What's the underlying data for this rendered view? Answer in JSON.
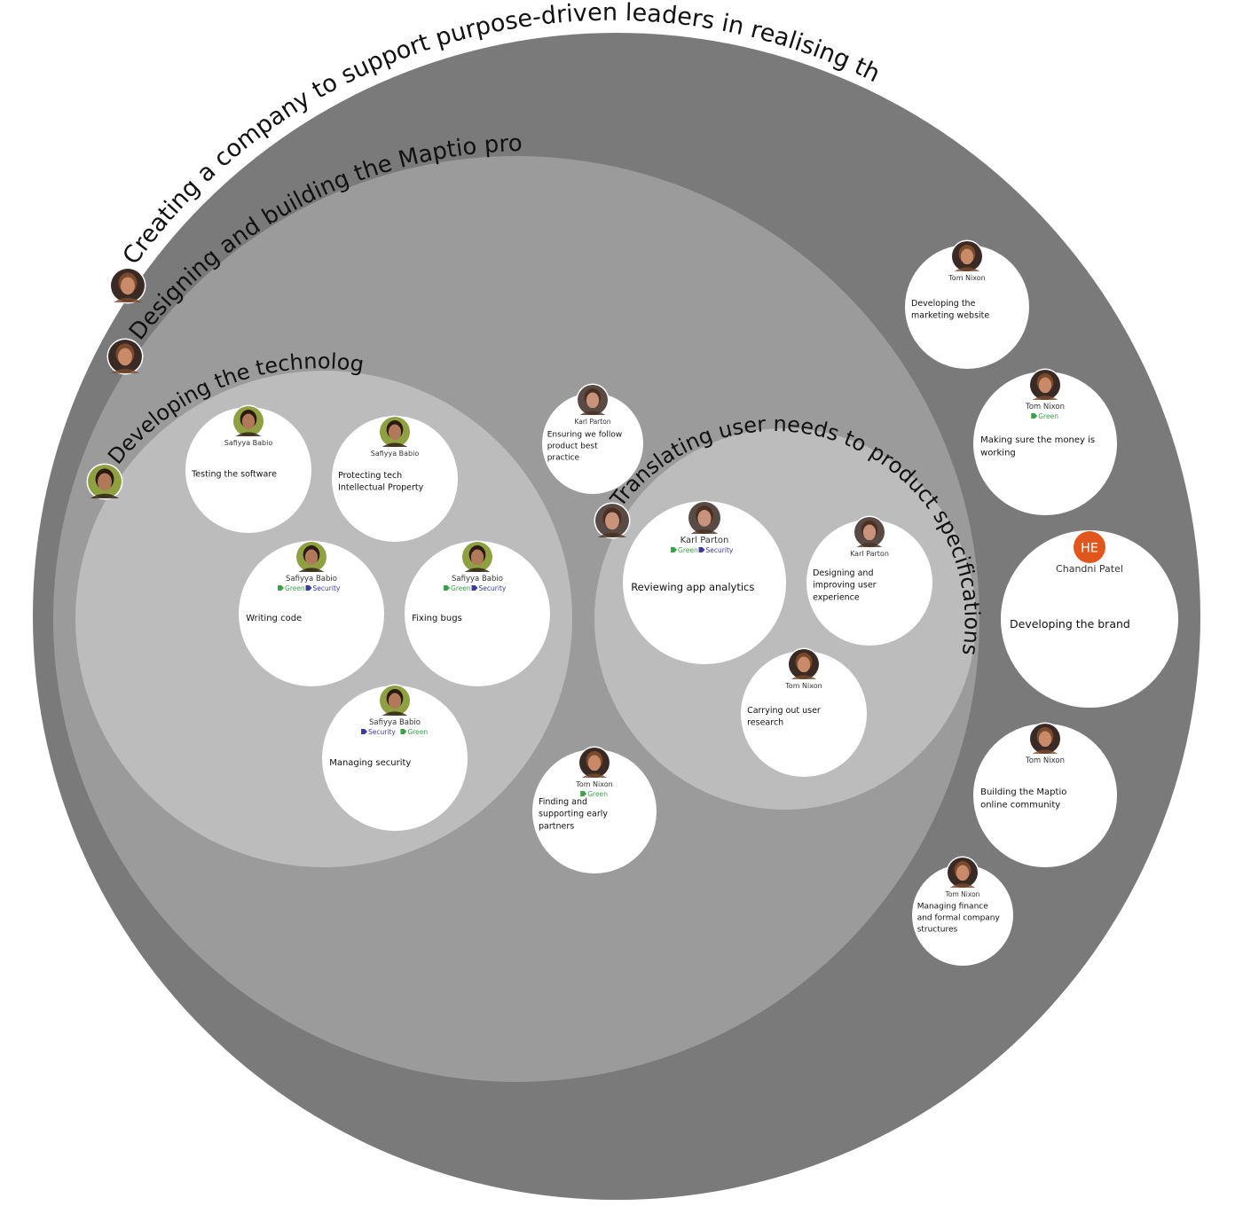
{
  "colors": {
    "outer": "#7a7a7a",
    "mid": "#9b9b9b",
    "inner": "#bcbcbc",
    "leaf": "#ffffff",
    "tag_green": "#3aa04a",
    "tag_security": "#3a3aa0",
    "initials_badge": "#e0561c"
  },
  "circles": {
    "root": {
      "title": "Creating a company to support purpose-driven leaders in realising their ideas"
    },
    "product": {
      "title": "Designing and building the Maptio product"
    },
    "technology": {
      "title": "Developing the technology"
    },
    "translating": {
      "title": "Translating user needs to product specifications"
    }
  },
  "nodes": [
    {
      "id": "testing",
      "label": "Testing the software",
      "person": "Safiyya Babio",
      "avatar": "safiyya",
      "tags": []
    },
    {
      "id": "protecting",
      "label": "Protecting tech Intellectual Property",
      "person": "Safiyya Babio",
      "avatar": "safiyya",
      "tags": []
    },
    {
      "id": "writing",
      "label": "Writing code",
      "person": "Safiyya Babio",
      "avatar": "safiyya",
      "tags": [
        "Green",
        "Security"
      ]
    },
    {
      "id": "fixing",
      "label": "Fixing bugs",
      "person": "Safiyya Babio",
      "avatar": "safiyya",
      "tags": [
        "Green",
        "Security"
      ]
    },
    {
      "id": "managing-security",
      "label": "Managing security",
      "person": "Safiyya Babio",
      "avatar": "safiyya",
      "tags": [
        "Security",
        "Green"
      ]
    },
    {
      "id": "ensuring",
      "label": "Ensuring we follow product best practice",
      "person": "Karl Parton",
      "avatar": "karl",
      "tags": []
    },
    {
      "id": "reviewing",
      "label": "Reviewing app analytics",
      "person": "Karl Parton",
      "avatar": "karl",
      "tags": [
        "Green",
        "Security"
      ]
    },
    {
      "id": "designing-ux",
      "label": "Designing and improving user experience",
      "person": "Karl Parton",
      "avatar": "karl",
      "tags": []
    },
    {
      "id": "user-research",
      "label": "Carrying out user research",
      "person": "Tom Nixon",
      "avatar": "tom",
      "tags": []
    },
    {
      "id": "finding",
      "label": "Finding and supporting early partners",
      "person": "Tom Nixon",
      "avatar": "tom",
      "tags": [
        "Green"
      ]
    },
    {
      "id": "marketing",
      "label": "Developing the marketing website",
      "person": "Tom Nixon",
      "avatar": "tom",
      "tags": []
    },
    {
      "id": "money",
      "label": "Making sure the money is working",
      "person": "Tom Nixon",
      "avatar": "tom",
      "tags": [
        "Green"
      ]
    },
    {
      "id": "brand",
      "label": "Developing the brand",
      "person": "Chandni Patel",
      "avatar": "initials",
      "initials": "HE",
      "tags": []
    },
    {
      "id": "community",
      "label": "Building the Maptio online community",
      "person": "Tom Nixon",
      "avatar": "tom",
      "tags": []
    },
    {
      "id": "finance",
      "label": "Managing finance and formal company structures",
      "person": "Tom Nixon",
      "avatar": "tom",
      "tags": []
    }
  ]
}
